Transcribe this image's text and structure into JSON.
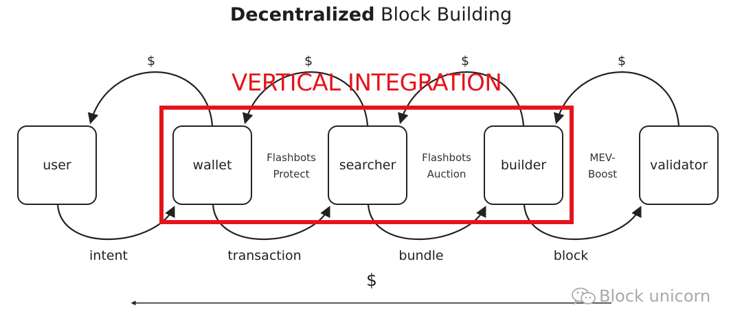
{
  "title": {
    "bold": "Decentralized",
    "rest": " Block Building"
  },
  "highlight": {
    "label": "VERTICAL INTEGRATION",
    "color": "#e5141b"
  },
  "nodes": [
    {
      "id": "user",
      "label": "user"
    },
    {
      "id": "wallet",
      "label": "wallet"
    },
    {
      "id": "searcher",
      "label": "searcher"
    },
    {
      "id": "builder",
      "label": "builder"
    },
    {
      "id": "validator",
      "label": "validator"
    }
  ],
  "between_labels": [
    {
      "line1": "Flashbots",
      "line2": "Protect"
    },
    {
      "line1": "Flashbots",
      "line2": "Auction"
    },
    {
      "line1": "MEV-",
      "line2": "Boost"
    }
  ],
  "forward_flows": [
    "intent",
    "transaction",
    "bundle",
    "block"
  ],
  "payment_flows": [
    "$",
    "$",
    "$",
    "$"
  ],
  "overall_payment": "$",
  "watermark": {
    "text": "Block unicorn",
    "icon": "wechat-icon"
  },
  "colors": {
    "stroke": "#222222",
    "accent": "#e5141b",
    "watermark": "#a9a9a9"
  }
}
